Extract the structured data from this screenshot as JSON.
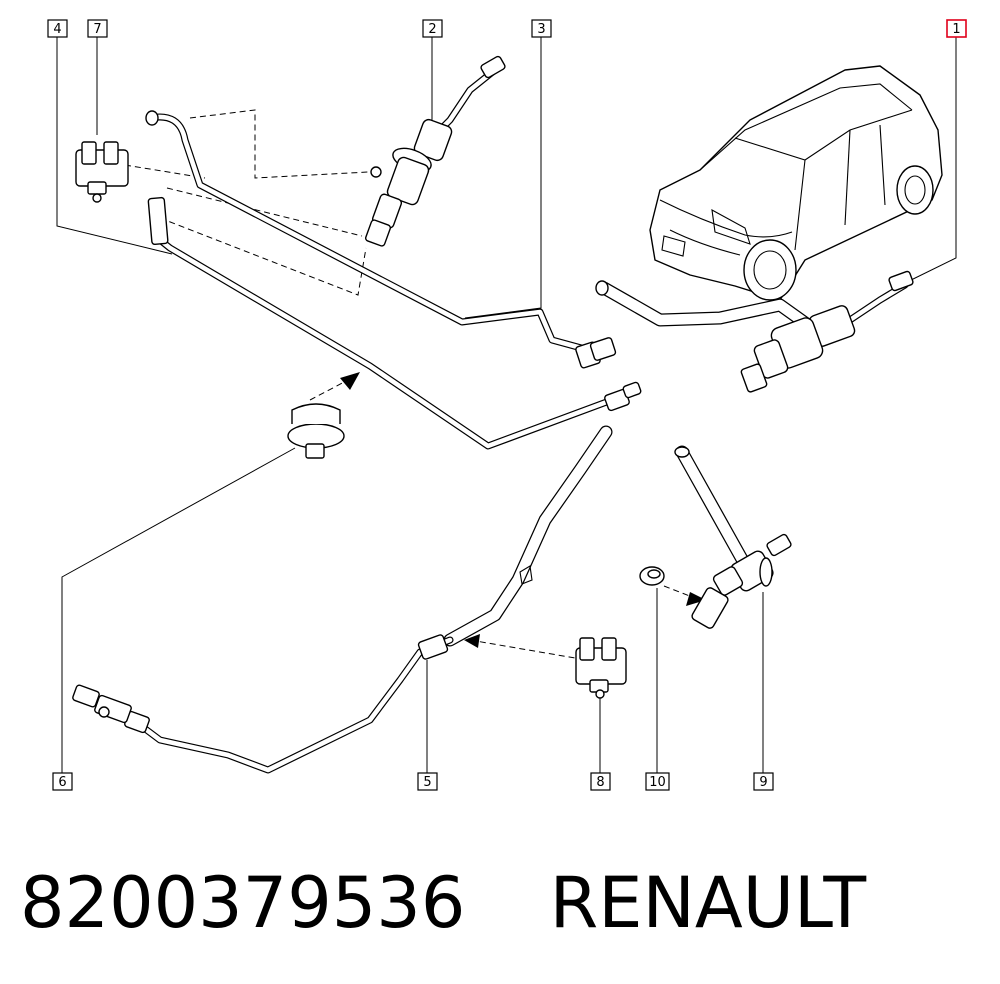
{
  "callouts": {
    "c1": "1",
    "c2": "2",
    "c3": "3",
    "c4": "4",
    "c5": "5",
    "c6": "6",
    "c7": "7",
    "c8": "8",
    "c9": "9",
    "c10": "10"
  },
  "highlight_color": "#e0001a",
  "footer": {
    "part_number": "8200379536",
    "brand": "RENAULT"
  }
}
